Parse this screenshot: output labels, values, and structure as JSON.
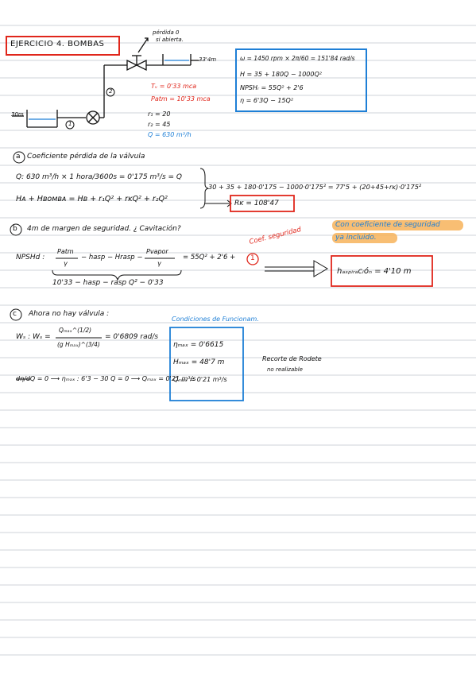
{
  "title": "EJERCICIO 4. BOMBAS",
  "colors": {
    "red": "#e0261b",
    "blue": "#1e7fd6",
    "orange": "#f7b35a",
    "rule": "#cfd3d8"
  },
  "diagram": {
    "valve_note_1": "pérdida 0",
    "valve_note_2": "si abierta.",
    "upper_level": "33'4m",
    "lower_level": "30m",
    "node_1": "1",
    "node_2": "2",
    "tv": "Tᵥ = 0'33 mca",
    "patm": "Patm = 10'33 mca",
    "r1": "r₁ = 20",
    "r2": "r₂ = 45",
    "q": "Q = 630 m³/h"
  },
  "data_box": {
    "l1": "ω = 1450 rpm × 2π/60 = 151'84 rad/s",
    "l2": "H = 35 + 180Q − 1000Q²",
    "l3": "NPSHᵣ = 55Q² + 2'6",
    "l4": "η = 6'3Q − 15Q²"
  },
  "part_a": {
    "label": "a",
    "heading": "Coeficiente pérdida de la válvula",
    "line1": "Q: 630 m³/h × 1 hora/3600s = 0'175 m³/s = Q",
    "line2": "Hᴀ + Hʙᴏᴍʙᴀ = Hʙ + r₁Q² + rᴋQ² + r₂Q²",
    "right": "30 + 35 + 180·0'175 − 1000·0'175² = 77'5 + (20+45+rᴋ)·0'175²",
    "result": "Rᴋ = 108'47"
  },
  "part_b": {
    "label": "b",
    "heading": "4m de margen de seguridad. ¿ Cavitación?",
    "note_red": "Coef. seguridad",
    "note_blue_1": "Con coeficiente de seguridad",
    "note_blue_2": "ya incluido.",
    "lhs": "NPSHd :",
    "patm_frac": "Patm",
    "gamma": "γ",
    "mid": "− hasp − Hrasp −",
    "pvap_frac": "Pvapor",
    "rhs": "= 55Q² + 2'6 +",
    "plus_one": "1",
    "under": "10'33 − hasp − rasp Q² − 0'33",
    "result": "hₐₛₚᵢᵣₐcᵢóₙ = 4'10 m"
  },
  "part_c": {
    "label": "c",
    "heading": "Ahora no hay válvula :",
    "ws_lhs": "Wₛ : Wₛ =",
    "ws_num": "Qₘₐₓ^(1/2)",
    "ws_den": "(g Hₘₐₓ)^(3/4)",
    "ws_val": "= 0'6809 rad/s",
    "deriv": "dη/dQ = 0 ⟶ ηₘₐₓ : 6'3 − 30 Q = 0 ⟶ Qₘₐₓ = 0'21 m³/s",
    "cond_title": "Condiciones de Funcionam.",
    "eta_max": "ηₘₐₓ = 0'6615",
    "h_max": "Hₘₐₓ = 48'7 m",
    "q_max": "Qₘₐₓ = 0'21 m³/s",
    "recorte_1": "Recorte de Rodete",
    "recorte_2": "no realizable"
  }
}
